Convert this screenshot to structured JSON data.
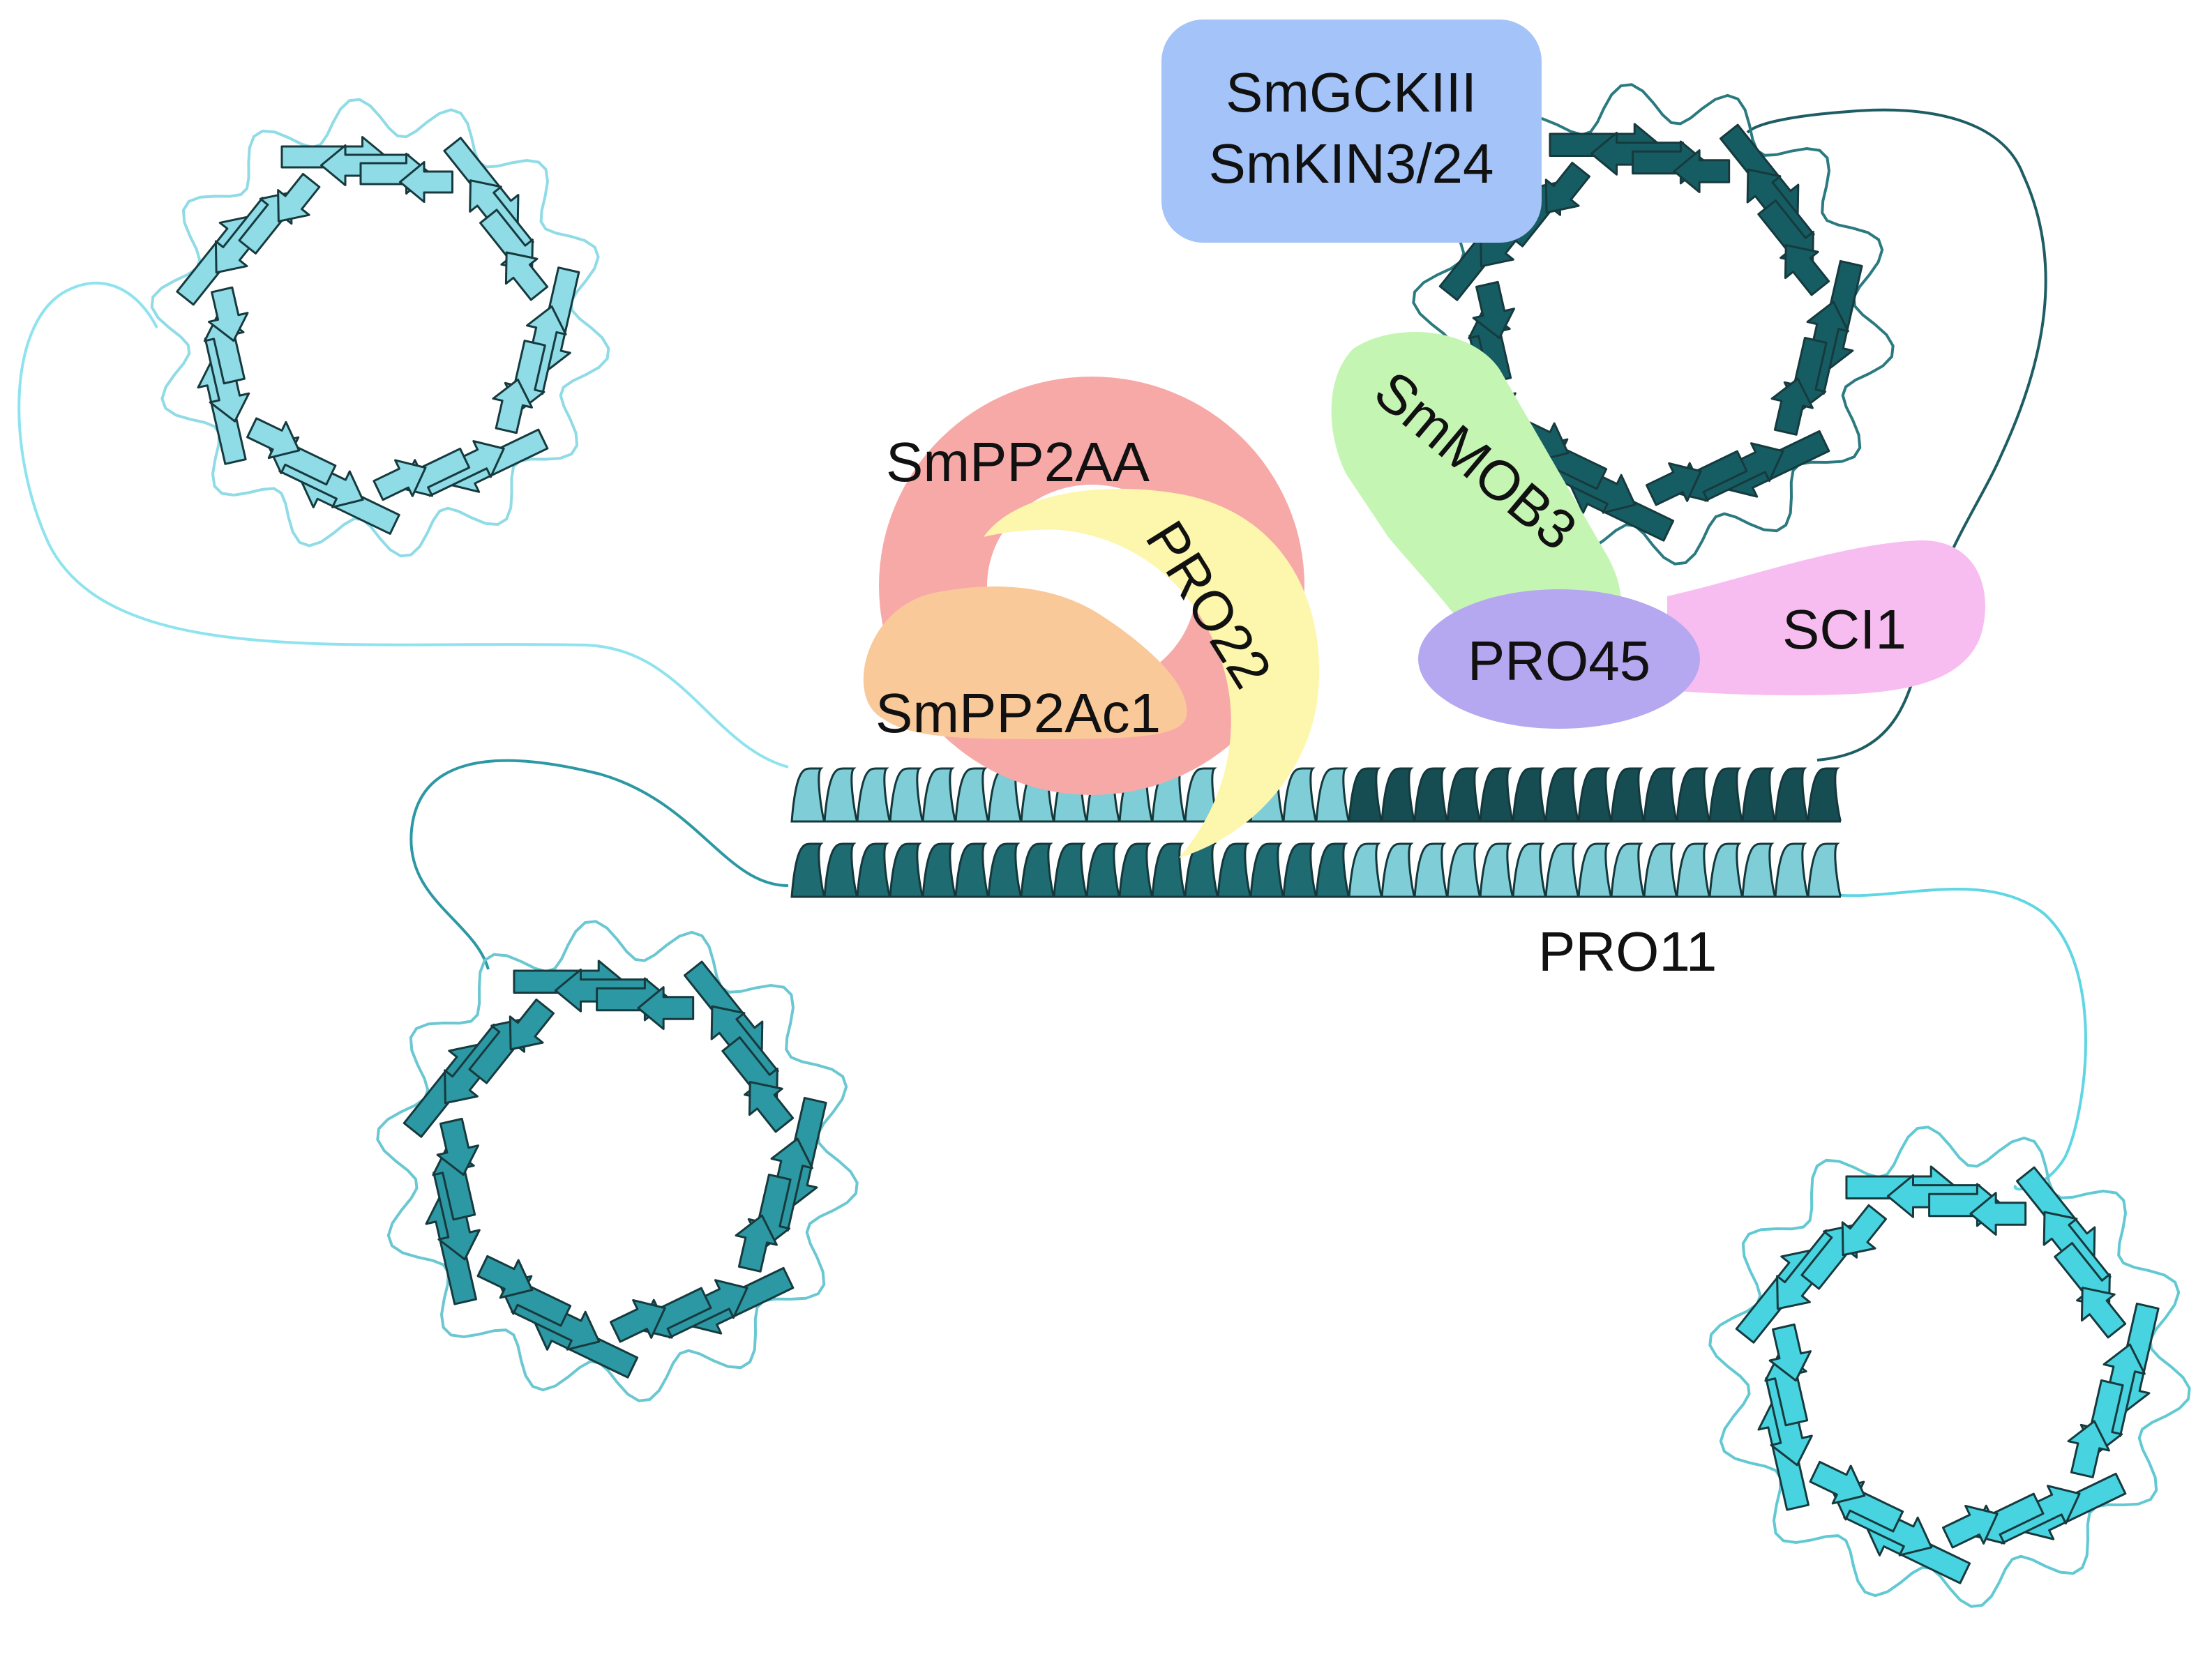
{
  "labels": {
    "gck": {
      "line1": "SmGCKIII",
      "line2": "SmKIN3/24"
    },
    "pp2aa": "SmPP2AA",
    "pp2ac1": "SmPP2Ac1",
    "pro22": "PRO22",
    "mob3": "SmMOB3",
    "pro45": "PRO45",
    "sci1": "SCI1",
    "pro11": "PRO11"
  },
  "colors": {
    "gck_fill": "#a4c3f8",
    "pp2aa_fill": "#f7a9a8",
    "pp2ac1_fill": "#fac99a",
    "pro22_fill": "#fdf7ad",
    "mob3_fill": "#c5f5b3",
    "pro45_fill": "#b5a8f0",
    "sci1_fill": "#f8bdf0",
    "propeller_light": "#8fdbe6",
    "propeller_mid": "#2c98a3",
    "propeller_dark": "#165d63",
    "propeller_bright": "#48d3e0",
    "helix_light": "#7fcdd6",
    "helix_dark": "#164d52"
  },
  "icons": [
    "beta-propeller-domain",
    "coiled-coil-helix"
  ]
}
